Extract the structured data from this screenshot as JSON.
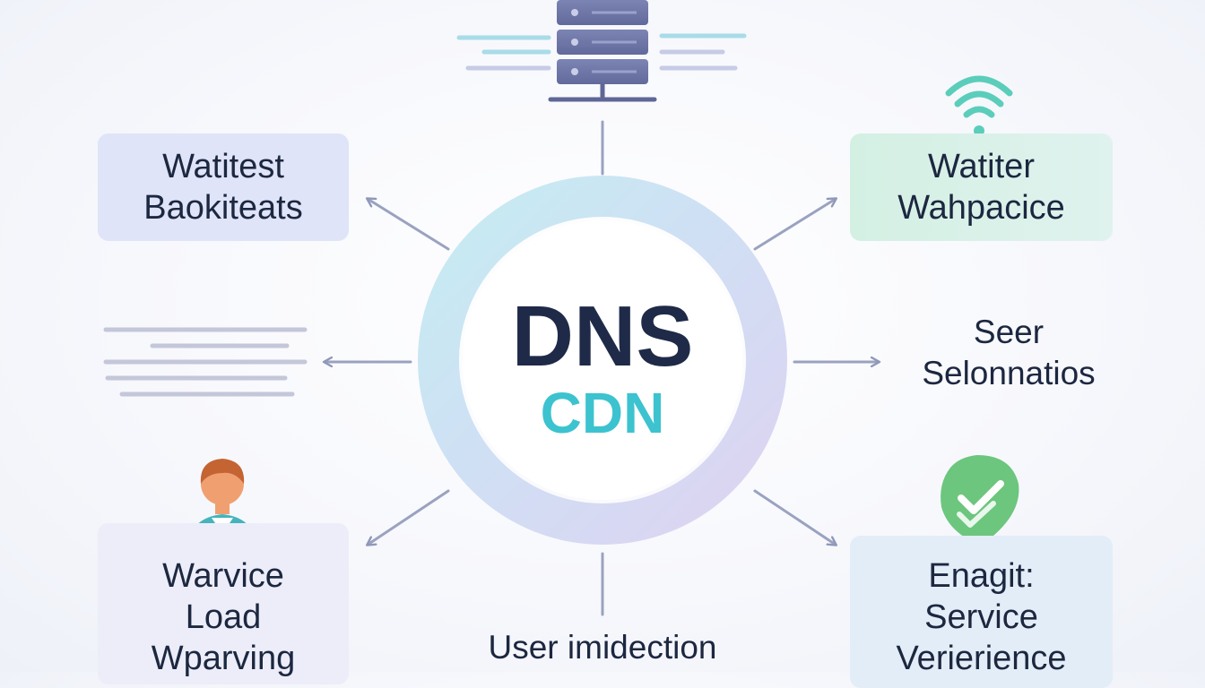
{
  "hub": {
    "primary_label": "DNS",
    "secondary_label": "CDN"
  },
  "nodes": {
    "top_left": {
      "lines": [
        "Watitest",
        "Baokiteats"
      ]
    },
    "top_right": {
      "lines": [
        "Watiter",
        "Wahpacice"
      ]
    },
    "right": {
      "lines": [
        "Seer",
        "Selonnatios"
      ]
    },
    "bottom_left": {
      "lines": [
        "Warvice",
        "Load",
        "Wparving"
      ]
    },
    "bottom_right": {
      "lines": [
        "Enagit:",
        "Service",
        "Verierience"
      ]
    },
    "bottom": {
      "label": "User imidection"
    }
  },
  "icons": {
    "top": "server-stack-icon",
    "top_right": "wifi-signal-icon",
    "bottom_left": "user-avatar-icon",
    "bottom_right": "check-shield-icon",
    "left": "text-lines-icon"
  },
  "colors": {
    "text": "#1c2740",
    "hub_primary": "#1e2a48",
    "hub_secondary": "#3cc3cf",
    "connector": "#8f98b8",
    "server": "#6d75a6",
    "wifi": "#5bcdbb",
    "check": "#6cc67d",
    "avatar_skin": "#f0a070",
    "avatar_hair": "#c46432",
    "avatar_shirt": "#45b4bd"
  }
}
